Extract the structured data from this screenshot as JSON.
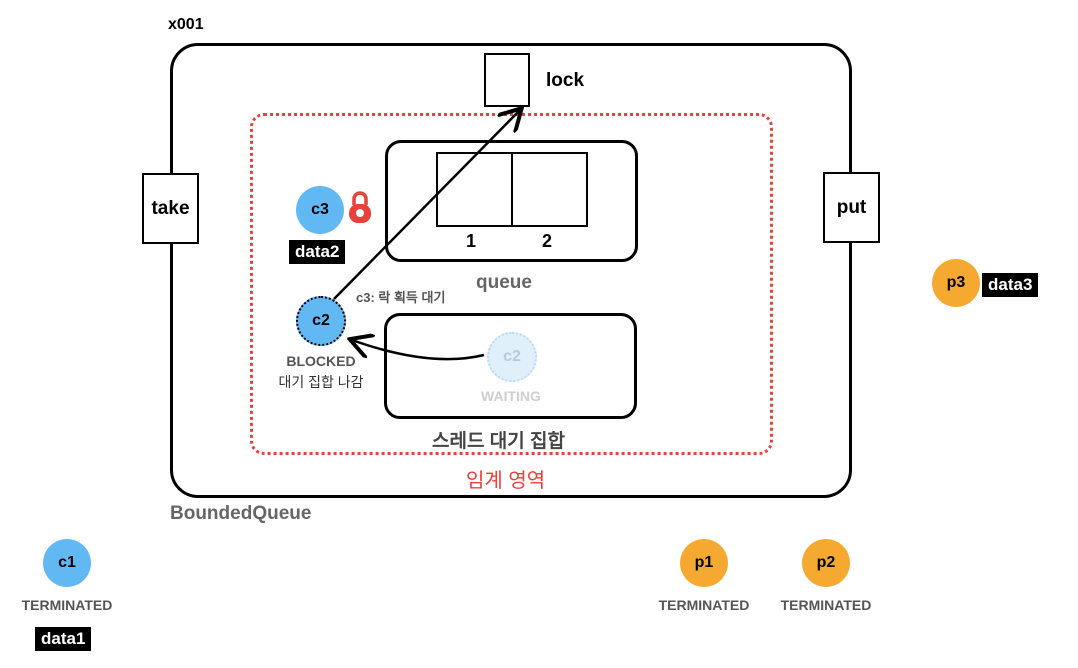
{
  "object_id": "x001",
  "object_name": "BoundedQueue",
  "lock_label": "lock",
  "take_label": "take",
  "put_label": "put",
  "queue": {
    "label": "queue",
    "slots": [
      "1",
      "2"
    ]
  },
  "critical_section_label": "임계 영역",
  "wait_set_label": "스레드 대기 집합",
  "inside": {
    "c3": {
      "name": "c3",
      "data": "data2"
    },
    "c2": {
      "name": "c2",
      "status_line1": "BLOCKED",
      "status_line2": "대기 집합 나감"
    },
    "c2_ghost": {
      "name": "c2",
      "status": "WAITING"
    },
    "arrow_label": "c3: 락 획득 대기"
  },
  "outside": {
    "p3": {
      "name": "p3",
      "data": "data3"
    },
    "c1": {
      "name": "c1",
      "status": "TERMINATED",
      "data": "data1"
    },
    "p1": {
      "name": "p1",
      "status": "TERMINATED"
    },
    "p2": {
      "name": "p2",
      "status": "TERMINATED"
    }
  },
  "colors": {
    "consumer": "#62b8f3",
    "producer": "#f5a931",
    "critical_border": "#e8413a",
    "lock_icon": "#e8413a"
  },
  "icons": {
    "held_lock": "lock-icon"
  }
}
